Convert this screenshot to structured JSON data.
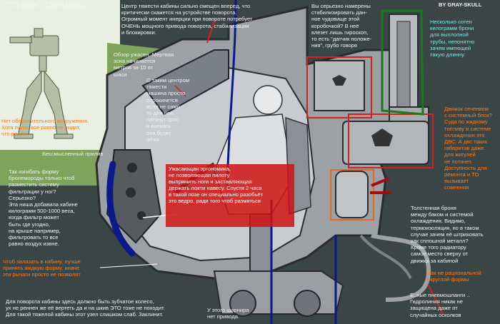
{
  "header": {
    "title": "“Страж” (Sentinel)",
    "credit": "BY GRAY-SKULL"
  },
  "notes": {
    "center_mass": "Центр тяжести кабины сильно смещен вперед, что\nкритически скажется на устройстве поворота.\nОгромный момент инерции при повороте потребует\nОЧЕНЬ мощного привода поворота, стабилизации\nи блокировки.",
    "stabilize": "Вы серьезно намерены\nстабилизировать дан-\nное чудовище этой\nкоробочкой? В неё\nвлезет лишь гироскоп,\nто есть “датчик положе-\nния”, грубо говоря",
    "armor_exhaust": "Несколько сотен\nкилограмм брони\nдля выхлопной\nтрубы, непонятно\nзачем имеющей\nтакую длинну.",
    "view": "Обзор ужасен. Мертвая\nзона начинается\nметров за 10 от\nшаси",
    "defensive": "Нет оборонительного вооружения.\nХотя пилот все равно не видит,\nчто рядом",
    "center_pilot": "С таким центром\nтяжести\nмашина просто\nопрокинется\nесли не само\nто для неё\nнатянут трос\nи воевать\nона будет\nлёжа",
    "bolt": "Бессмысленный прилив",
    "engine": "Движок сечением\nс системный блок?\nСуда по жидкому\nтопливу и системе\nохлаждения это\nДВС. А двс таких\nгабаритов даже\nдля жигулей\nне потянет.\nДоступность для\nремонта и ТО\nвызывает\nсомнения",
    "filter": "Так изгибать форму\nбронемороды только чтоб\nразместить систему\nфильтрации у ног?\nСерьезно?\nЭта ниша добавила кабине\nкилограмм 500-1000 веса,\nкогда фильтр  может\nбыть где угодно,\nна крыше например,\nфильтровать то все\nравно воздух извне.",
    "pilot_pose": "Ужасающая эргономика,\nне позволяющая пилоту\nвыпрямить ноги и заставляющая\nдержать локти навесу. Спустя 2 часа\nв такой позе он специально разобьёт\nэто ведро, ради того чтоб размяться",
    "thick_armor": "Толстенная броня\nмежду баком и системой\nохлаждения. Видимо,\nтермоизоляция, но в таком\nслучае зачем её штриховать\nкак сплошной металл?\nКроме того радиатору\nсамое место сверху от\nдвижка за кабиной",
    "tank_shape": "Бак не рациональной\nокруглой формы",
    "hoses": "Е..ные пневмошланги ..\nГидролиния никак не\nзащищена даже от\nслучайных осколков",
    "filler": "Чтоб залазать в кабину, лучше\nпринять жидкую форму, иначе\nэти рычаги просто не позволят",
    "turning": "Для поворота кабины здесь должно быть зубчатое колесо,\nух не реннен же её вертеть да и на шкив ЭТО тоже не походит.\nДля такой тяжелой кабины этот узел слишком слаб. Заклинит.",
    "hinge": "У этого шарнира\nнет привода."
  }
}
